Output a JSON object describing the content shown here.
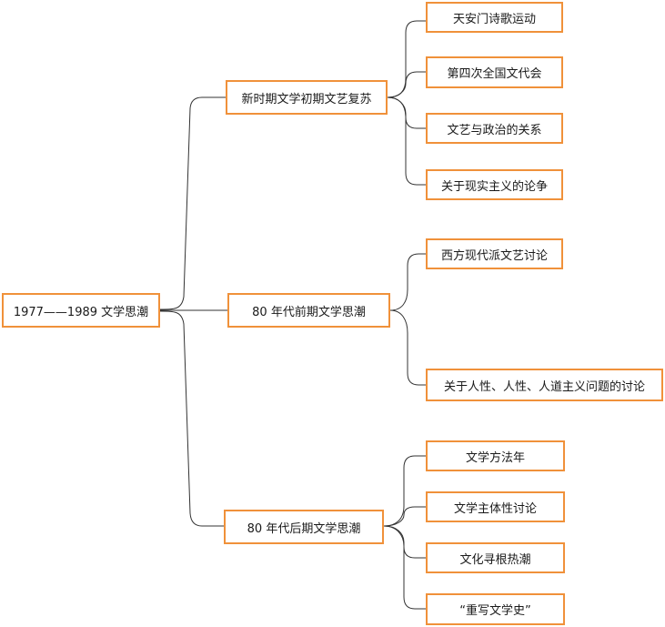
{
  "mindmap": {
    "root": "1977——1989 文学思潮",
    "branches": [
      {
        "label": "新时期文学初期文艺复苏",
        "children": [
          "天安门诗歌运动",
          "第四次全国文代会",
          "文艺与政治的关系",
          "关于现实主义的论争"
        ]
      },
      {
        "label": "80 年代前期文学思潮",
        "children": [
          "西方现代派文艺讨论",
          "关于人性、人性、人道主义问题的讨论"
        ]
      },
      {
        "label": "80 年代后期文学思潮",
        "children": [
          "文学方法年",
          "文学主体性讨论",
          "文化寻根热潮",
          "“重写文学史”"
        ]
      }
    ],
    "colors": {
      "node_border": "#f0913a",
      "connector": "#333333"
    }
  }
}
